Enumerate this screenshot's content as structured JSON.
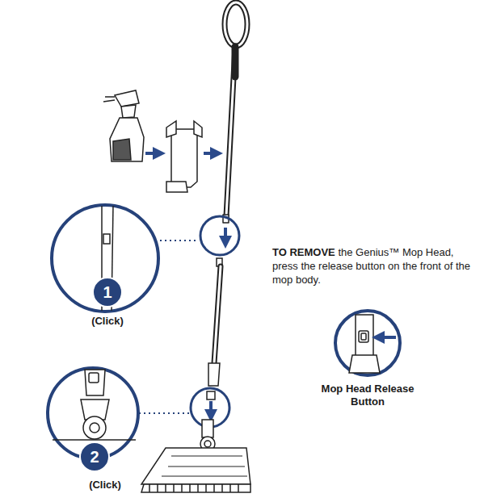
{
  "diagram": {
    "nodes": [
      {
        "text": [
          "1"
        ]
      },
      {
        "text": [
          "2"
        ]
      }
    ],
    "labels": [
      "(Click)",
      "(Click)",
      "TO REMOVE",
      "the Genius™ Mop Head, press the release button on the front of the mop body.",
      "Mop Head Release Button"
    ]
  }
}
